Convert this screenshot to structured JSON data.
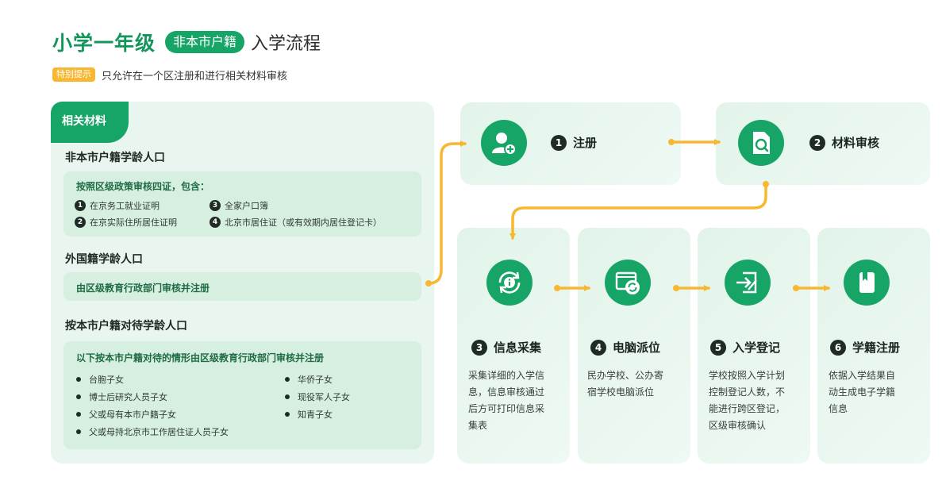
{
  "header": {
    "title_main": "小学一年级",
    "title_pill": "非本市户籍",
    "title_tail": "入学流程",
    "tip_badge": "特别提示",
    "tip_text": "只允许在一个区注册和进行相关材料审核"
  },
  "panel": {
    "tab_label": "相关材料",
    "section1": {
      "title": "非本市户籍学龄人口",
      "head": "按照区级政策审核四证，包含：",
      "items": [
        {
          "num": "1",
          "text": "在京务工就业证明"
        },
        {
          "num": "3",
          "text": "全家户口簿"
        },
        {
          "num": "2",
          "text": "在京实际住所居住证明"
        },
        {
          "num": "4",
          "text": "北京市居住证（或有效期内居住登记卡）"
        }
      ]
    },
    "section2": {
      "title": "外国籍学龄人口",
      "head": "由区级教育行政部门审核并注册"
    },
    "section3": {
      "title": "按本市户籍对待学龄人口",
      "head": "以下按本市户籍对待的情形由区级教育行政部门审核并注册",
      "items_left": [
        "台胞子女",
        "博士后研究人员子女",
        "父或母有本市户籍子女",
        "父或母持北京市工作居住证人员子女"
      ],
      "items_right": [
        "华侨子女",
        "现役军人子女",
        "知青子女"
      ]
    }
  },
  "steps": [
    {
      "num": "1",
      "label": "注册",
      "icon": "user-add-icon",
      "desc": ""
    },
    {
      "num": "2",
      "label": "材料审核",
      "icon": "document-search-icon",
      "desc": ""
    },
    {
      "num": "3",
      "label": "信息采集",
      "icon": "info-cycle-icon",
      "desc_lines": [
        "采集详细的入学信",
        "息，信息审核通过",
        "后方可打印信息采",
        "集表"
      ]
    },
    {
      "num": "4",
      "label": "电脑派位",
      "icon": "computer-refresh-icon",
      "desc_lines": [
        "民办学校、公办寄",
        "宿学校电脑派位"
      ]
    },
    {
      "num": "5",
      "label": "入学登记",
      "icon": "sign-in-icon",
      "desc_lines": [
        "学校按照入学计划",
        "控制登记人数，不",
        "能进行跨区登记，",
        "区级审核确认"
      ]
    },
    {
      "num": "6",
      "label": "学籍注册",
      "icon": "book-icon",
      "desc_lines": [
        "依据入学结果自",
        "动生成电子学籍",
        "信息"
      ]
    }
  ],
  "colors": {
    "brand_green": "#17a567",
    "arrow_orange": "#f7b731",
    "panel_bg": "#e9f6ef",
    "inner_bg": "#d6efe1"
  }
}
